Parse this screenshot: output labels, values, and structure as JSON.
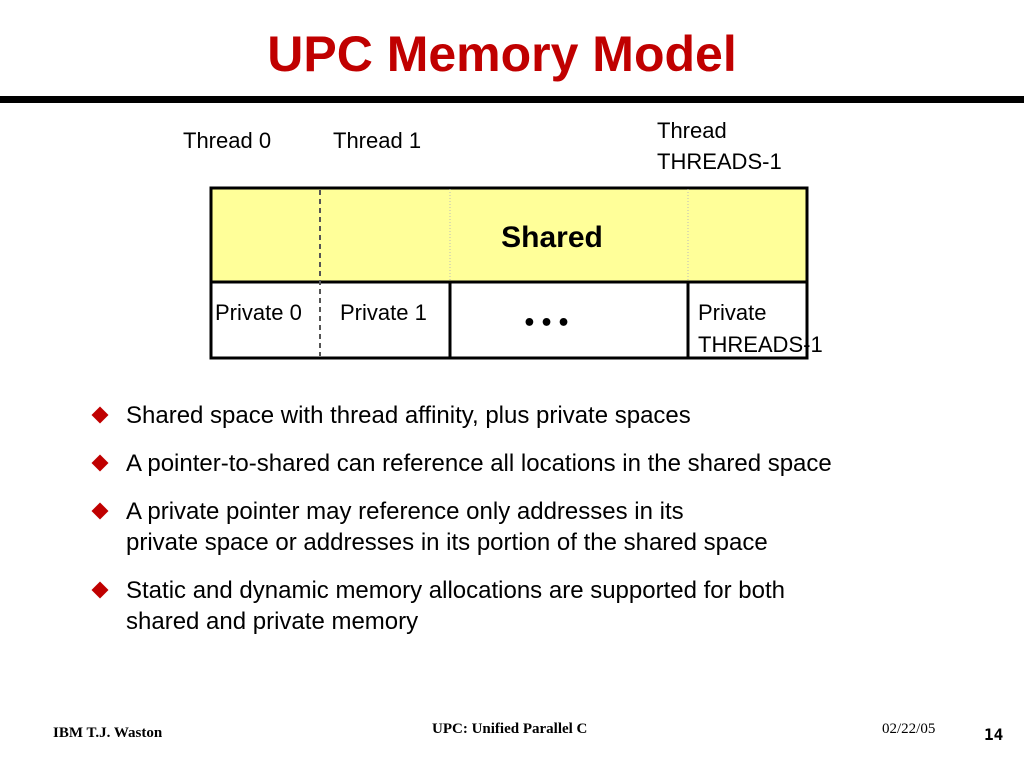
{
  "slide": {
    "title": "UPC Memory Model",
    "title_color": "#c00000"
  },
  "diagram": {
    "thread_labels": [
      "Thread 0",
      "Thread 1",
      "Thread",
      "THREADS-1"
    ],
    "shared_label": "Shared",
    "shared_fill": "#ffff99",
    "private_labels": [
      "Private 0",
      "Private 1",
      "Private",
      "THREADS-1"
    ],
    "ellipsis": "•••"
  },
  "bullets": {
    "icon_color": "#c00000",
    "items": [
      [
        "Shared space with thread affinity, plus private spaces"
      ],
      [
        "A pointer-to-shared can reference all locations in the shared space"
      ],
      [
        "A private pointer may reference only addresses in its",
        "private space or addresses in its portion of the shared space"
      ],
      [
        "Static and dynamic memory allocations are supported for both",
        "shared and private memory"
      ]
    ]
  },
  "footer": {
    "organization": "IBM T.J. Waston",
    "center": "UPC: Unified Parallel C",
    "date": "02/22/05",
    "page_number": "14"
  }
}
